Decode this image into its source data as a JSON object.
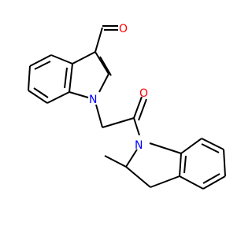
{
  "atoms": {
    "oxygen_aldehyde": "O",
    "nitrogen_indole": "N",
    "oxygen_amide": "O",
    "nitrogen_indoline": "N"
  },
  "colors": {
    "bond": "#000000",
    "oxygen": "#ff0000",
    "nitrogen": "#0000ff",
    "background": "#ffffff"
  }
}
